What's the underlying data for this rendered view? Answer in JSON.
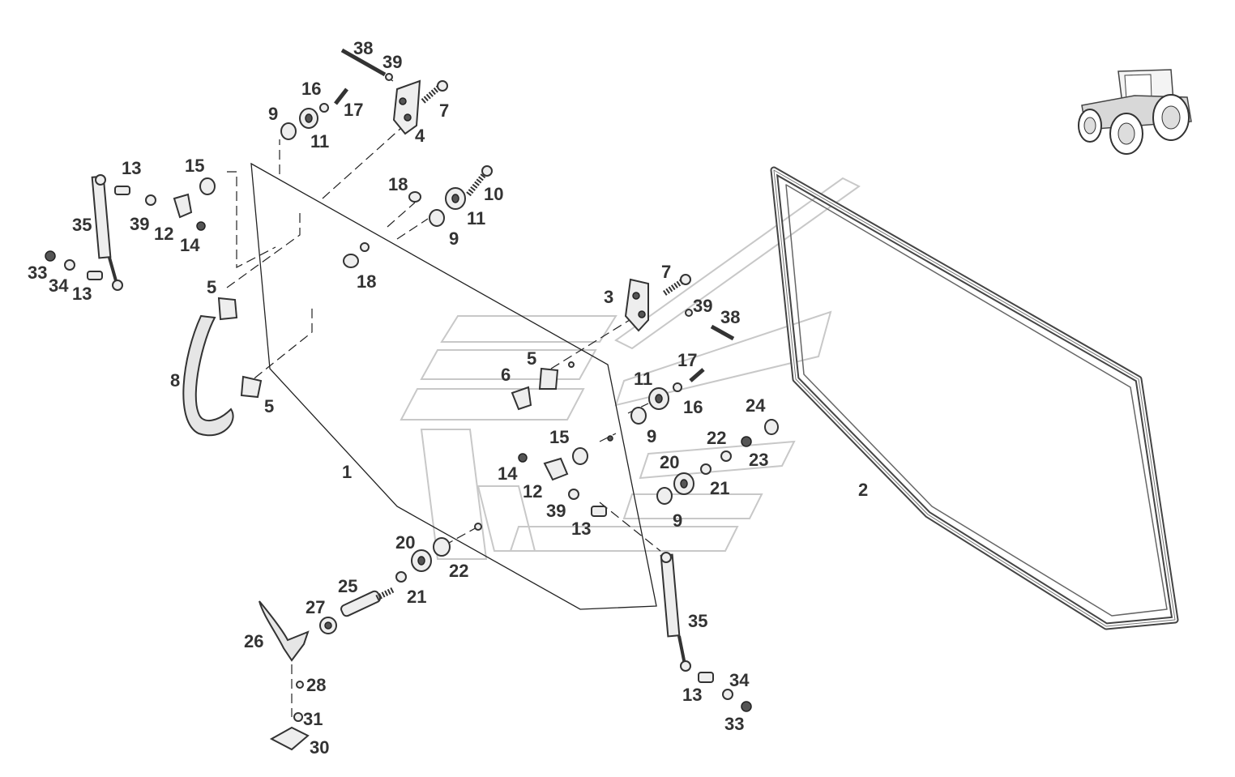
{
  "callouts": [
    "1",
    "2",
    "3",
    "4",
    "5",
    "5",
    "5",
    "6",
    "7",
    "7",
    "8",
    "9",
    "9",
    "9",
    "9",
    "10",
    "11",
    "11",
    "11",
    "12",
    "12",
    "13",
    "13",
    "13",
    "13",
    "14",
    "14",
    "15",
    "15",
    "16",
    "16",
    "17",
    "17",
    "18",
    "18",
    "20",
    "20",
    "21",
    "21",
    "22",
    "22",
    "23",
    "24",
    "25",
    "26",
    "27",
    "28",
    "30",
    "31",
    "33",
    "33",
    "34",
    "34",
    "35",
    "35",
    "38",
    "38",
    "39",
    "39",
    "39",
    "39"
  ],
  "colors": {
    "line": "#222222",
    "label": "#333333",
    "part_fill": "#eeeeee",
    "watermark": "#c8c8c8"
  },
  "icons": {
    "tractor": "tractor-icon",
    "watermark": "logo-watermark"
  }
}
